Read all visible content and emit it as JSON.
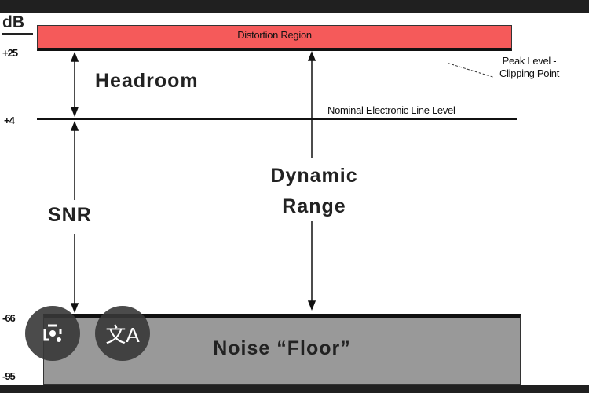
{
  "diagram": {
    "unit_label": "dB",
    "ticks": [
      "+25",
      "+4",
      "-66",
      "-95"
    ],
    "distortion_label": "Distortion Region",
    "peak_label_line1": "Peak Level -",
    "peak_label_line2": "Clipping Point",
    "headroom": "Headroom",
    "nominal_label": "Nominal Electronic Line Level",
    "snr": "SNR",
    "dynamic_line1": "Dynamic",
    "dynamic_line2": "Range",
    "noise_floor": "Noise “Floor”",
    "colors": {
      "distortion": "#f55a5a",
      "noise": "#999999"
    }
  },
  "overlay": {
    "lens_button": "lens-icon",
    "translate_button": "translate-icon",
    "translate_glyph": "文A"
  }
}
